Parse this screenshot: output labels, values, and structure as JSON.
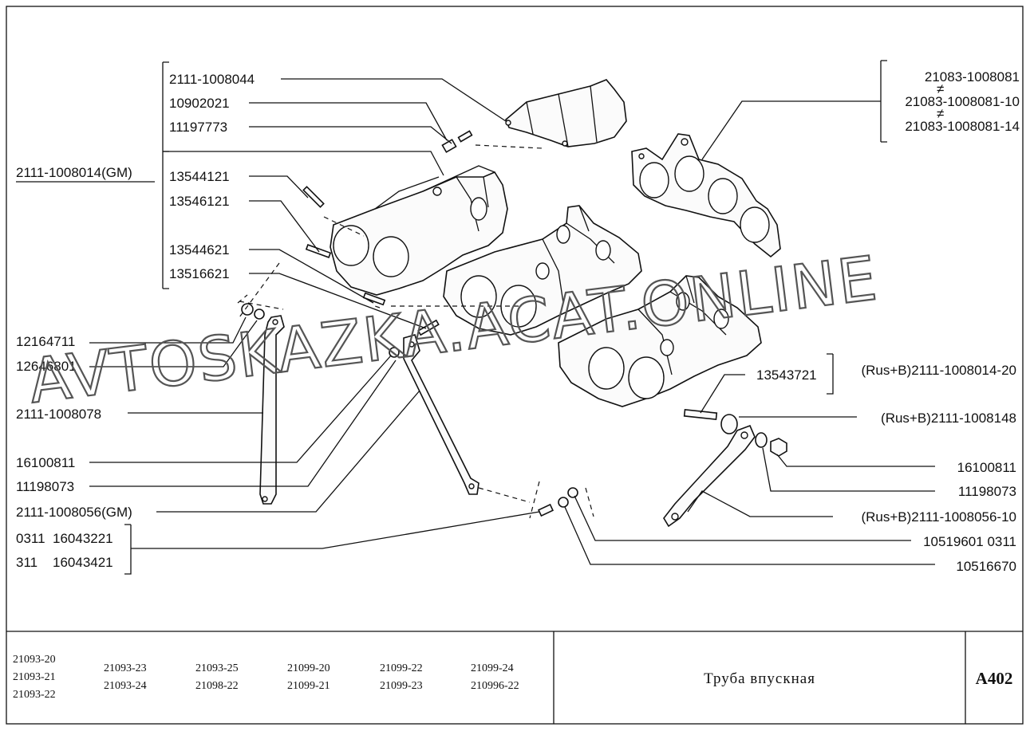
{
  "labels_left": [
    {
      "key": "l1",
      "text": "2111-1008044"
    },
    {
      "key": "l2",
      "text": "10902021"
    },
    {
      "key": "l3",
      "text": "11197773"
    },
    {
      "key": "l4",
      "text": "2111-1008014(GM)"
    },
    {
      "key": "l5",
      "text": "13544121"
    },
    {
      "key": "l6",
      "text": "13546121"
    },
    {
      "key": "l7",
      "text": "13544621"
    },
    {
      "key": "l8",
      "text": "13516621"
    },
    {
      "key": "l9",
      "text": "12164711"
    },
    {
      "key": "l10",
      "text": "12646801"
    },
    {
      "key": "l11",
      "text": "2111-1008078"
    },
    {
      "key": "l12",
      "text": "16100811"
    },
    {
      "key": "l13",
      "text": "11198073"
    },
    {
      "key": "l14",
      "text": "2111-1008056(GM)"
    },
    {
      "key": "l15",
      "text": "0311  16043221"
    },
    {
      "key": "l16",
      "text": "311    16043421"
    }
  ],
  "labels_right": [
    {
      "key": "r1",
      "text": "21083-1008081"
    },
    {
      "key": "r2",
      "text": "21083-1008081-10"
    },
    {
      "key": "r3",
      "text": "21083-1008081-14"
    },
    {
      "key": "r4",
      "text": "13543721"
    },
    {
      "key": "r5",
      "text": "(Rus+B)2111-1008014-20"
    },
    {
      "key": "r6",
      "text": "(Rus+B)2111-1008148"
    },
    {
      "key": "r7",
      "text": "16100811"
    },
    {
      "key": "r8",
      "text": "11198073"
    },
    {
      "key": "r9",
      "text": "(Rus+B)2111-1008056-10"
    },
    {
      "key": "r10",
      "text": "10519601 0311"
    },
    {
      "key": "r11",
      "text": "10516670"
    }
  ],
  "watermark": "AVTOSKAZKA.ACAT.ONLINE",
  "title_block": {
    "models": [
      [
        "21093-20",
        "21093-21",
        "21093-22"
      ],
      [
        "21093-23",
        "21093-24"
      ],
      [
        "21093-25",
        "21098-22"
      ],
      [
        "21099-20",
        "21099-21"
      ],
      [
        "21099-22",
        "21099-23"
      ],
      [
        "21099-24",
        "210996-22"
      ]
    ],
    "title": "Труба впускная",
    "code": "A402"
  }
}
